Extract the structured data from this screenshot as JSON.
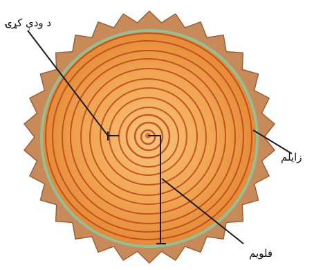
{
  "labels": {
    "growth_rings": "د ودې کړۍ",
    "xylem": "زايلم",
    "phloem": "فلويم"
  },
  "colors": {
    "bark": "#c98a5a",
    "bark_dark": "#a8683f",
    "wood_light": "#f3b15f",
    "wood_dark": "#e07b28",
    "ring_line": "#c0421a",
    "cambium": "#8fc19a",
    "leader": "#1a1a1a",
    "background": "#ffffff"
  }
}
